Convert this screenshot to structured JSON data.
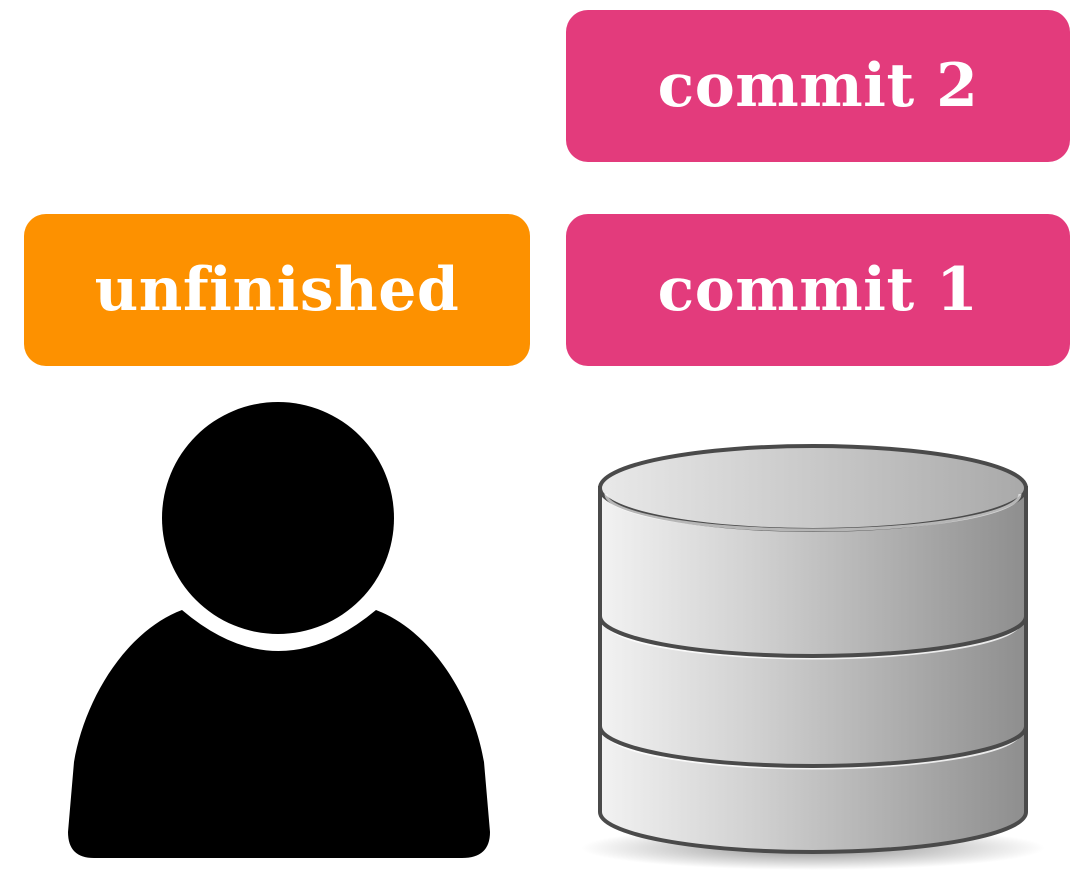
{
  "boxes": {
    "commit2": "commit 2",
    "commit1": "commit 1",
    "unfinished": "unfinished"
  },
  "colors": {
    "commit": "#e33b7c",
    "unfinished": "#fd9100",
    "user": "#000000",
    "database": "#b5b5b5"
  },
  "icons": {
    "user": "user-icon",
    "database": "database-icon"
  }
}
